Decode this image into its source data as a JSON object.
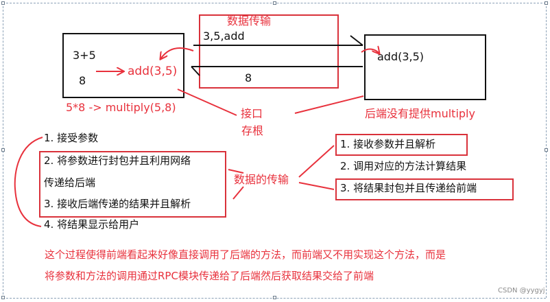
{
  "diagram": {
    "top_label": "数据传输",
    "send_params": "3,5,add",
    "return_value": "8",
    "frontend": {
      "line1": "3+5",
      "line2": "8",
      "call": "add(3,5)"
    },
    "backend_call": "add(3,5)",
    "multiply_note": "5*8 -> multiply(5,8)",
    "stub_label_1": "接口",
    "stub_label_2": "存根",
    "backend_note": "后端没有提供multiply",
    "left_steps": [
      "1. 接受参数",
      "2. 将参数进行封包并且利用网络",
      "传递给后端",
      "3. 接收后端传递的结果并且解析",
      "4. 将结果显示给用户"
    ],
    "center_label": "数据的传输",
    "right_steps": [
      "1. 接收参数并且解析",
      "2. 调用对应的方法计算结果",
      "3. 将结果封包并且传递给前端"
    ],
    "summary_line1": "这个过程使得前端看起来好像直接调用了后端的方法，而前端又不用实现这个方法，而是",
    "summary_line2": "将参数和方法的调用通过RPC模块传递给了后端然后获取结果交给了前端",
    "watermark": "CSDN @yygyj",
    "colors": {
      "red": "#e8313c",
      "black": "#111111",
      "handle": "#6b7b8b"
    }
  }
}
